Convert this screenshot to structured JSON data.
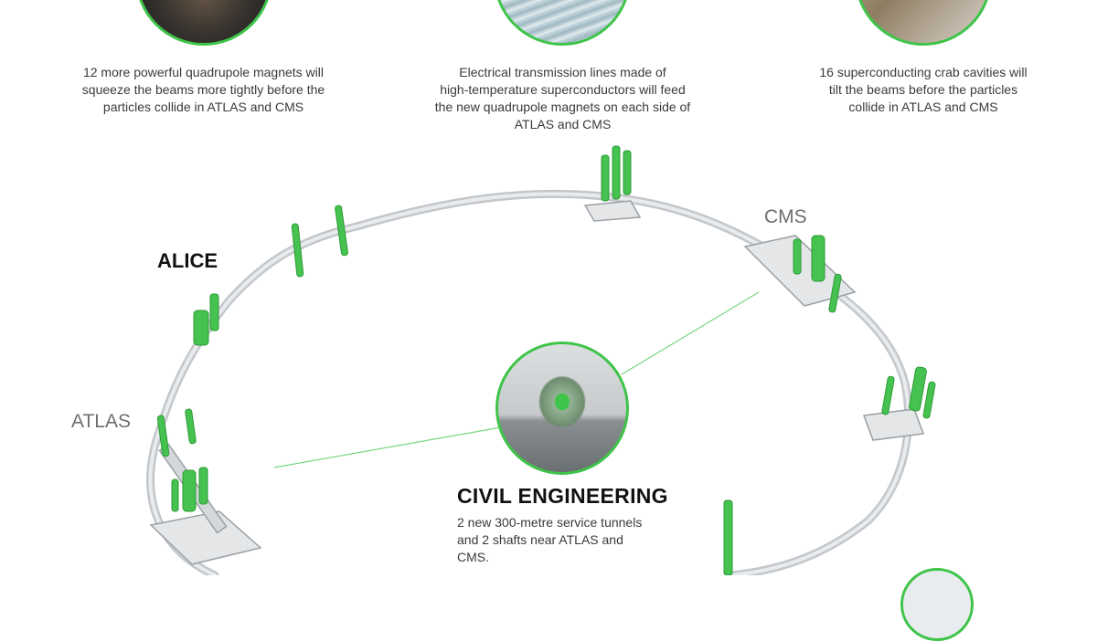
{
  "top_captions": [
    {
      "text": "12 more powerful quadrupole magnets will\nsqueeze the beams more tightly before the\nparticles collide in ATLAS and CMS"
    },
    {
      "text": "Electrical transmission lines made of\nhigh-temperature superconductors will feed\nthe new quadrupole magnets on each side of\nATLAS and CMS"
    },
    {
      "text": "16 superconducting crab cavities will\ntilt the beams before the particles\ncollide in ATLAS and CMS"
    }
  ],
  "experiments": {
    "alice": "ALICE",
    "atlas": "ATLAS",
    "cms": "CMS"
  },
  "civil": {
    "title": "CIVIL ENGINEERING",
    "description": "2 new 300-metre service tunnels\nand 2 shafts near ATLAS and\nCMS."
  },
  "colors": {
    "accent_green": "#3fc44a",
    "ring_gray": "#c9cdd1",
    "text_dark": "#111111",
    "text_gray": "#6e6e6e"
  }
}
